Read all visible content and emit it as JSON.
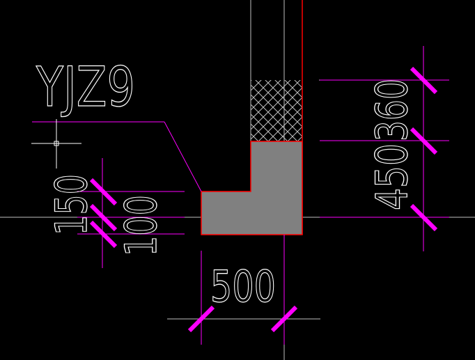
{
  "drawing": {
    "column_label": "YJZ9",
    "dimensions": {
      "bottom_width": "500",
      "right_upper": "360",
      "right_lower": "450",
      "left_outer": "150",
      "left_inner": "100"
    },
    "colors": {
      "background": "#000000",
      "column_fill": "#808080",
      "column_outline": "#ff0000",
      "dimension": "#ff00ff",
      "axis": "#c0c0c0",
      "text": "#ffffff"
    }
  }
}
